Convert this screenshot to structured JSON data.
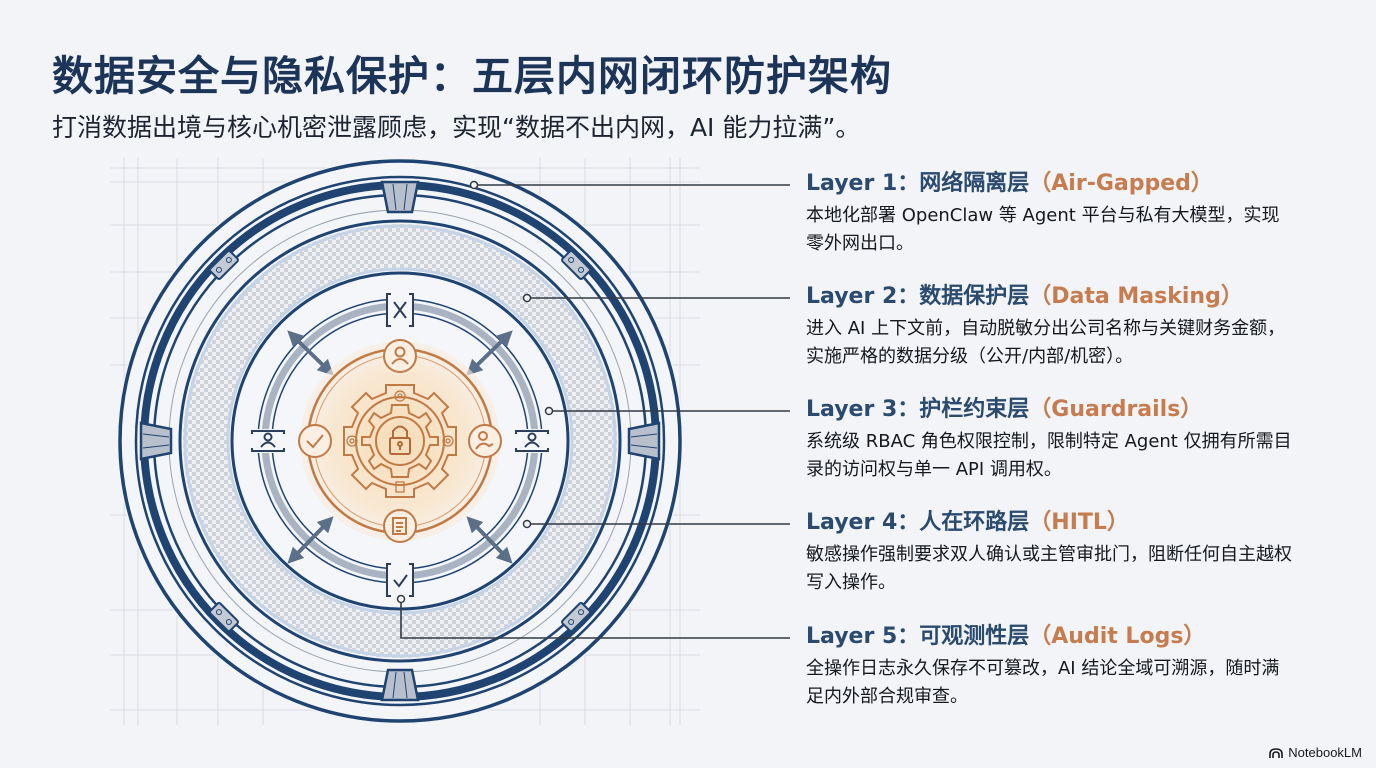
{
  "header": {
    "title": "数据安全与隐私保护：五层内网闭环防护架构",
    "subtitle": "打消数据出境与核心机密泄露顾虑，实现“数据不出内网，AI 能力拉满”。"
  },
  "layers": [
    {
      "heading": "Layer 1：网络隔离层",
      "heading_en": "（Air-Gapped）",
      "description": "本地化部署 OpenClaw 等 Agent 平台与私有大模型，实现零外网出口。"
    },
    {
      "heading": "Layer 2：数据保护层",
      "heading_en": "（Data Masking）",
      "description": "进入 AI 上下文前，自动脱敏分出公司名称与关键财务金额，实施严格的数据分级（公开/内部/机密）。"
    },
    {
      "heading": "Layer 3：护栏约束层",
      "heading_en": "（Guardrails）",
      "description": "系统级 RBAC 角色权限控制，限制特定 Agent 仅拥有所需目录的访问权与单一 API 调用权。"
    },
    {
      "heading": "Layer 4：人在环路层",
      "heading_en": "（HITL）",
      "description": "敏感操作强制要求双人确认或主管审批门，阻断任何自主越权写入操作。"
    },
    {
      "heading": "Layer 5：可观测性层",
      "heading_en": "（Audit Logs）",
      "description": "全操作日志永久保存不可篡改，AI 结论全域可溯源，随时满足内外部合规审查。"
    }
  ],
  "diagram": {
    "center_icon": "padlock-icon",
    "orbit_icons": [
      "user-icon",
      "check-icon",
      "user-handoff-icon",
      "document-icon"
    ],
    "bracket_icons": [
      "x-mark-icon",
      "person-icon",
      "person-icon",
      "check-icon"
    ],
    "colors": {
      "navy": "#1f4472",
      "steel": "#a9b3c1",
      "orange": "#c27a45",
      "core_glow": "#f7e3c7",
      "background": "#f2f4f7"
    }
  },
  "brand": {
    "label": "NotebookLM"
  }
}
